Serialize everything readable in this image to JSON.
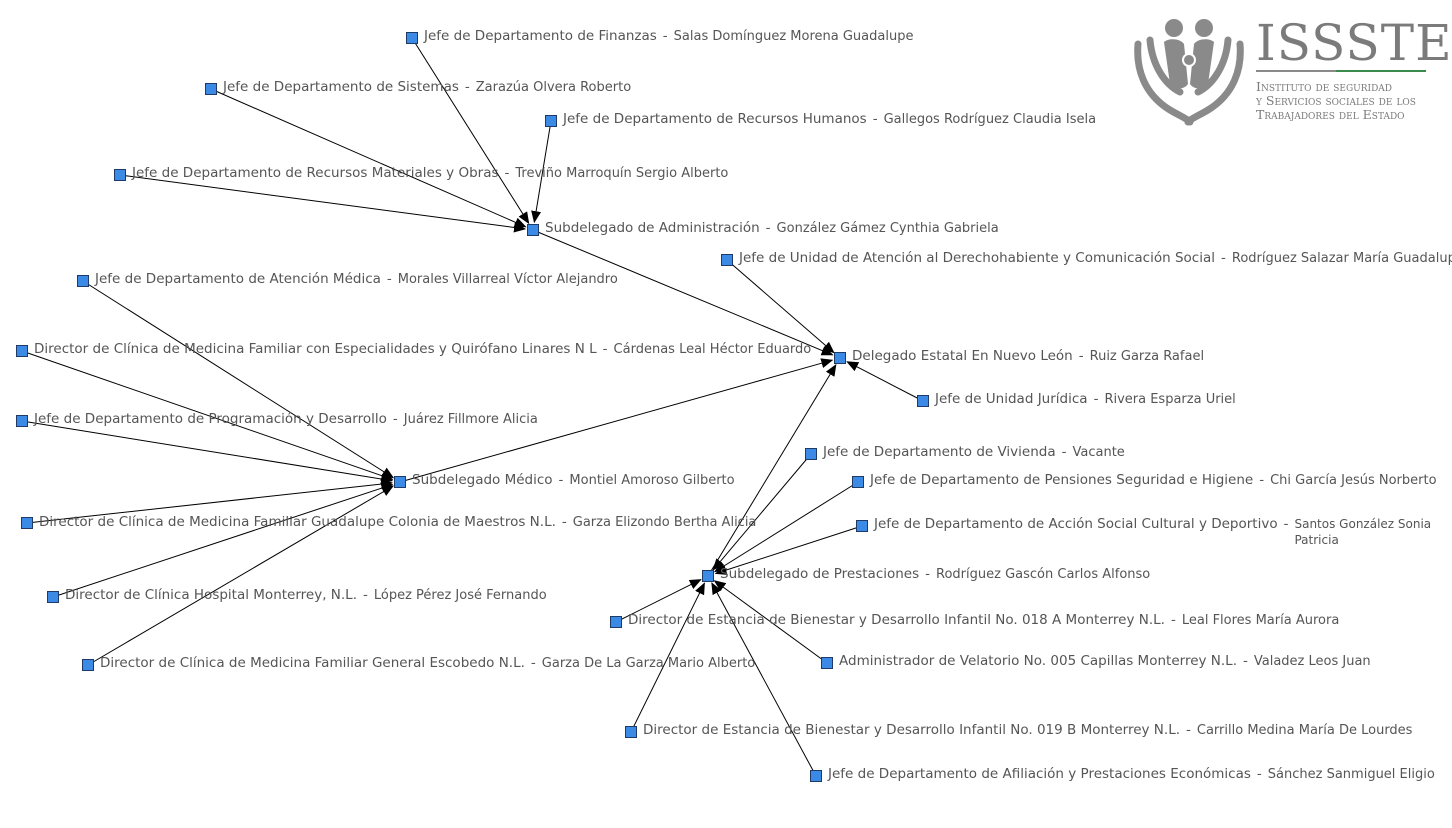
{
  "logo": {
    "name": "ISSSTE",
    "line1": "Instituto de seguridad",
    "line2": "y Servicios sociales de los",
    "line3": "Trabajadores del Estado",
    "colors": {
      "gray": "#7b7b7b",
      "green": "#3c8a4c",
      "red": "#c2272d"
    }
  },
  "colors": {
    "node": "#3b8be6",
    "node_border": "#1f3a66",
    "text": "#555555",
    "edge": "#000000"
  },
  "nodes": [
    {
      "id": "finanzas",
      "role": "Jefe de Departamento de Finanzas",
      "person": "Salas Domínguez Morena Guadalupe"
    },
    {
      "id": "sistemas",
      "role": "Jefe de Departamento de Sistemas",
      "person": "Zarazúa Olvera Roberto"
    },
    {
      "id": "rh",
      "role": "Jefe de Departamento de Recursos Humanos",
      "person": "Gallegos Rodríguez Claudia Isela"
    },
    {
      "id": "materiales",
      "role": "Jefe de Departamento de Recursos Materiales y Obras",
      "person": "Treviño Marroquín Sergio Alberto"
    },
    {
      "id": "subadmin",
      "role": "Subdelegado de Administración",
      "person": "González Gámez Cynthia Gabriela"
    },
    {
      "id": "atencionderecho",
      "role": "Jefe de Unidad de Atención al Derechohabiente y Comunicación Social",
      "person": "Rodríguez Salazar María Guadalupe"
    },
    {
      "id": "atencionmedica",
      "role": "Jefe de Departamento de Atención Médica",
      "person": "Morales Villarreal Víctor Alejandro"
    },
    {
      "id": "clinicalinares",
      "role": "Director de Clínica de Medicina Familiar con Especialidades y Quirófano Linares N L",
      "person": "Cárdenas Leal Héctor Eduardo"
    },
    {
      "id": "delegado",
      "role": "Delegado Estatal En Nuevo León",
      "person": "Ruiz Garza Rafael"
    },
    {
      "id": "juridica",
      "role": "Jefe de Unidad Jurídica",
      "person": "Rivera Esparza Uriel"
    },
    {
      "id": "programacion",
      "role": "Jefe de Departamento de Programación y Desarrollo",
      "person": "Juárez Fillmore Alicia"
    },
    {
      "id": "vivienda",
      "role": "Jefe de Departamento de Vivienda",
      "person": "Vacante"
    },
    {
      "id": "submedico",
      "role": "Subdelegado Médico",
      "person": "Montiel Amoroso Gilberto"
    },
    {
      "id": "pensiones",
      "role": "Jefe de Departamento de Pensiones Seguridad e Higiene",
      "person": "Chi García Jesús Norberto"
    },
    {
      "id": "clinicaguadalupe",
      "role": "Director de Clínica de Medicina Familiar Guadalupe Colonia de Maestros N.L.",
      "person": "Garza Elizondo Bertha Alicia"
    },
    {
      "id": "accionsocial",
      "role": "Jefe de Departamento de Acción Social Cultural y Deportivo",
      "person": "Santos González Sonia Patricia"
    },
    {
      "id": "subprestaciones",
      "role": "Subdelegado de Prestaciones",
      "person": "Rodríguez Gascón Carlos Alfonso"
    },
    {
      "id": "hospitalmty",
      "role": "Director de Clínica Hospital Monterrey, N.L.",
      "person": "López Pérez José Fernando"
    },
    {
      "id": "estancia018",
      "role": "Director de Estancia de Bienestar y Desarrollo Infantil No. 018 A Monterrey N.L.",
      "person": "Leal Flores María Aurora"
    },
    {
      "id": "velatorio",
      "role": "Administrador de Velatorio No. 005 Capillas Monterrey N.L.",
      "person": "Valadez Leos Juan"
    },
    {
      "id": "clinicaescobedo",
      "role": "Director de Clínica de Medicina Familiar General Escobedo N.L.",
      "person": "Garza De La Garza Mario Alberto"
    },
    {
      "id": "estancia019",
      "role": "Director de Estancia de Bienestar y Desarrollo Infantil No. 019 B Monterrey N.L.",
      "person": "Carrillo Medina María De Lourdes"
    },
    {
      "id": "afiliacion",
      "role": "Jefe de Departamento de Afiliación y Prestaciones Económicas",
      "person": "Sánchez Sanmiguel Eligio"
    }
  ],
  "edges": [
    [
      "finanzas",
      "subadmin"
    ],
    [
      "sistemas",
      "subadmin"
    ],
    [
      "rh",
      "subadmin"
    ],
    [
      "materiales",
      "subadmin"
    ],
    [
      "subadmin",
      "delegado"
    ],
    [
      "atencionderecho",
      "delegado"
    ],
    [
      "juridica",
      "delegado"
    ],
    [
      "submedico",
      "delegado"
    ],
    [
      "subprestaciones",
      "delegado"
    ],
    [
      "atencionmedica",
      "submedico"
    ],
    [
      "clinicalinares",
      "submedico"
    ],
    [
      "programacion",
      "submedico"
    ],
    [
      "clinicaguadalupe",
      "submedico"
    ],
    [
      "hospitalmty",
      "submedico"
    ],
    [
      "clinicaescobedo",
      "submedico"
    ],
    [
      "vivienda",
      "subprestaciones"
    ],
    [
      "pensiones",
      "subprestaciones"
    ],
    [
      "accionsocial",
      "subprestaciones"
    ],
    [
      "estancia018",
      "subprestaciones"
    ],
    [
      "velatorio",
      "subprestaciones"
    ],
    [
      "estancia019",
      "subprestaciones"
    ],
    [
      "afiliacion",
      "subprestaciones"
    ]
  ]
}
